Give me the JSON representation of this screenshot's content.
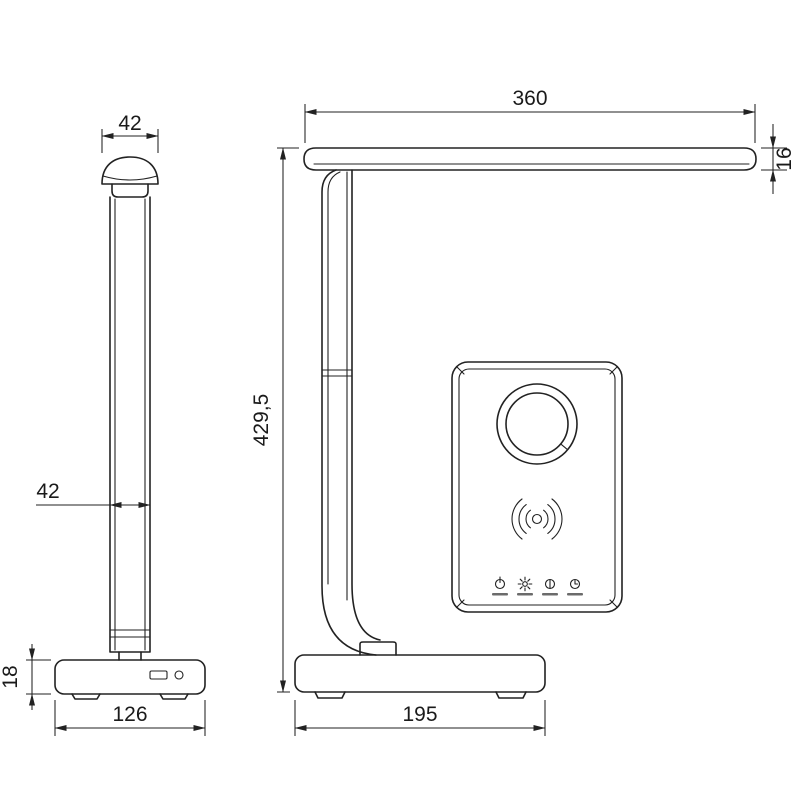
{
  "colors": {
    "line": "#222222",
    "background": "#ffffff"
  },
  "views": {
    "front": {
      "head_width": "42",
      "pole_width": "42",
      "base_height": "18",
      "base_width": "126"
    },
    "side": {
      "arm_length": "360",
      "arm_thickness": "16",
      "overall_height": "429,5",
      "base_depth": "195"
    },
    "top": {
      "icons": [
        "power-icon",
        "brightness-icon",
        "color-temperature-icon",
        "timer-icon"
      ],
      "center_icon": "wireless-charging-icon"
    }
  }
}
